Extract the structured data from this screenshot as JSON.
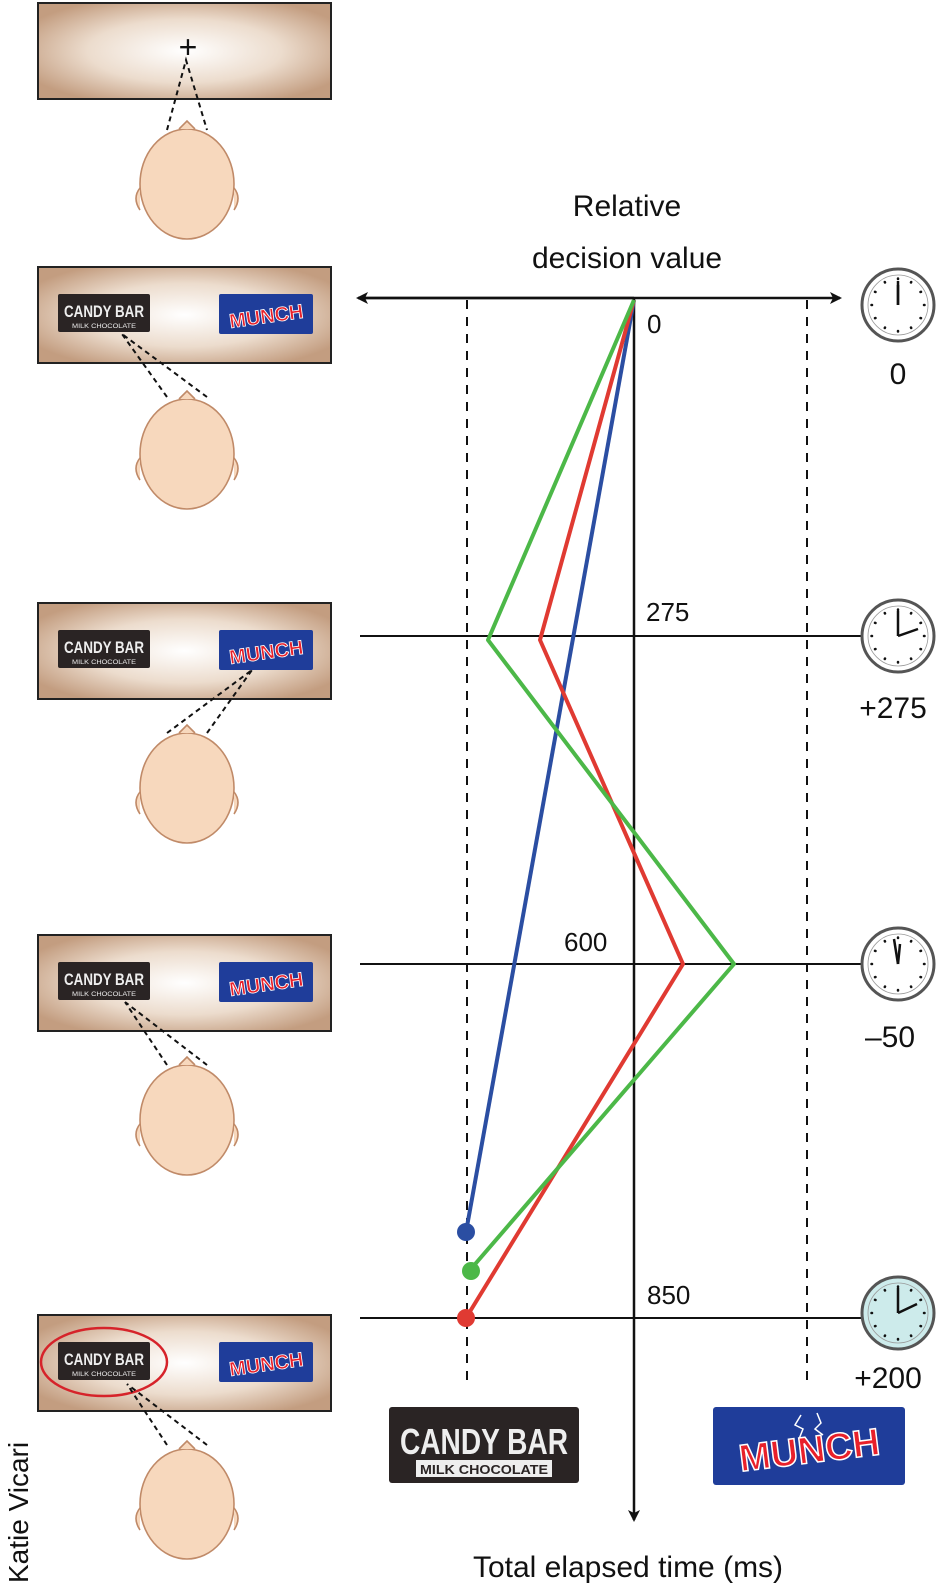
{
  "axis": {
    "title_line1": "Relative",
    "title_line2": "decision value",
    "time_label": "Total elapsed time (ms)"
  },
  "credit": "Katie Vicari",
  "fixation_cross": "+",
  "products": {
    "left": {
      "name": "CANDY BAR",
      "sub": "MILK CHOCOLATE"
    },
    "right": {
      "name": "MUNCH"
    }
  },
  "time_marks": [
    {
      "time_label": "0",
      "clock_label": "0",
      "gaze": "left"
    },
    {
      "time_label": "275",
      "clock_label": "+275",
      "gaze": "right"
    },
    {
      "time_label": "600",
      "clock_label": "–50",
      "gaze": "left"
    },
    {
      "time_label": "850",
      "clock_label": "+200",
      "gaze": "left-chosen"
    }
  ],
  "colors": {
    "blue": "#2b4ea2",
    "red": "#e03a32",
    "green": "#4cb848",
    "tray": "#c9a58a",
    "head": "#f7d8bd",
    "head_stroke": "#c08a68",
    "clock_highlight": "#cdebeb",
    "munch_bg": "#1f3d9a",
    "munch_text": "#e8202a",
    "candy_bg": "#2a2424",
    "choice_ring": "#d6232a"
  },
  "chart_data": {
    "type": "line",
    "xlabel": "Relative decision value",
    "ylabel": "Total elapsed time (ms)",
    "time_ticks": [
      0,
      275,
      600,
      850
    ],
    "series": [
      {
        "color": "blue",
        "points": [
          [
            0,
            0
          ],
          [
            -165,
            800
          ]
        ]
      },
      {
        "color": "red",
        "points": [
          [
            0,
            0
          ],
          [
            -95,
            275
          ],
          [
            48,
            600
          ],
          [
            -168,
            850
          ]
        ]
      },
      {
        "color": "green",
        "points": [
          [
            0,
            0
          ],
          [
            -148,
            275
          ],
          [
            100,
            600
          ],
          [
            -165,
            820
          ]
        ]
      }
    ]
  }
}
